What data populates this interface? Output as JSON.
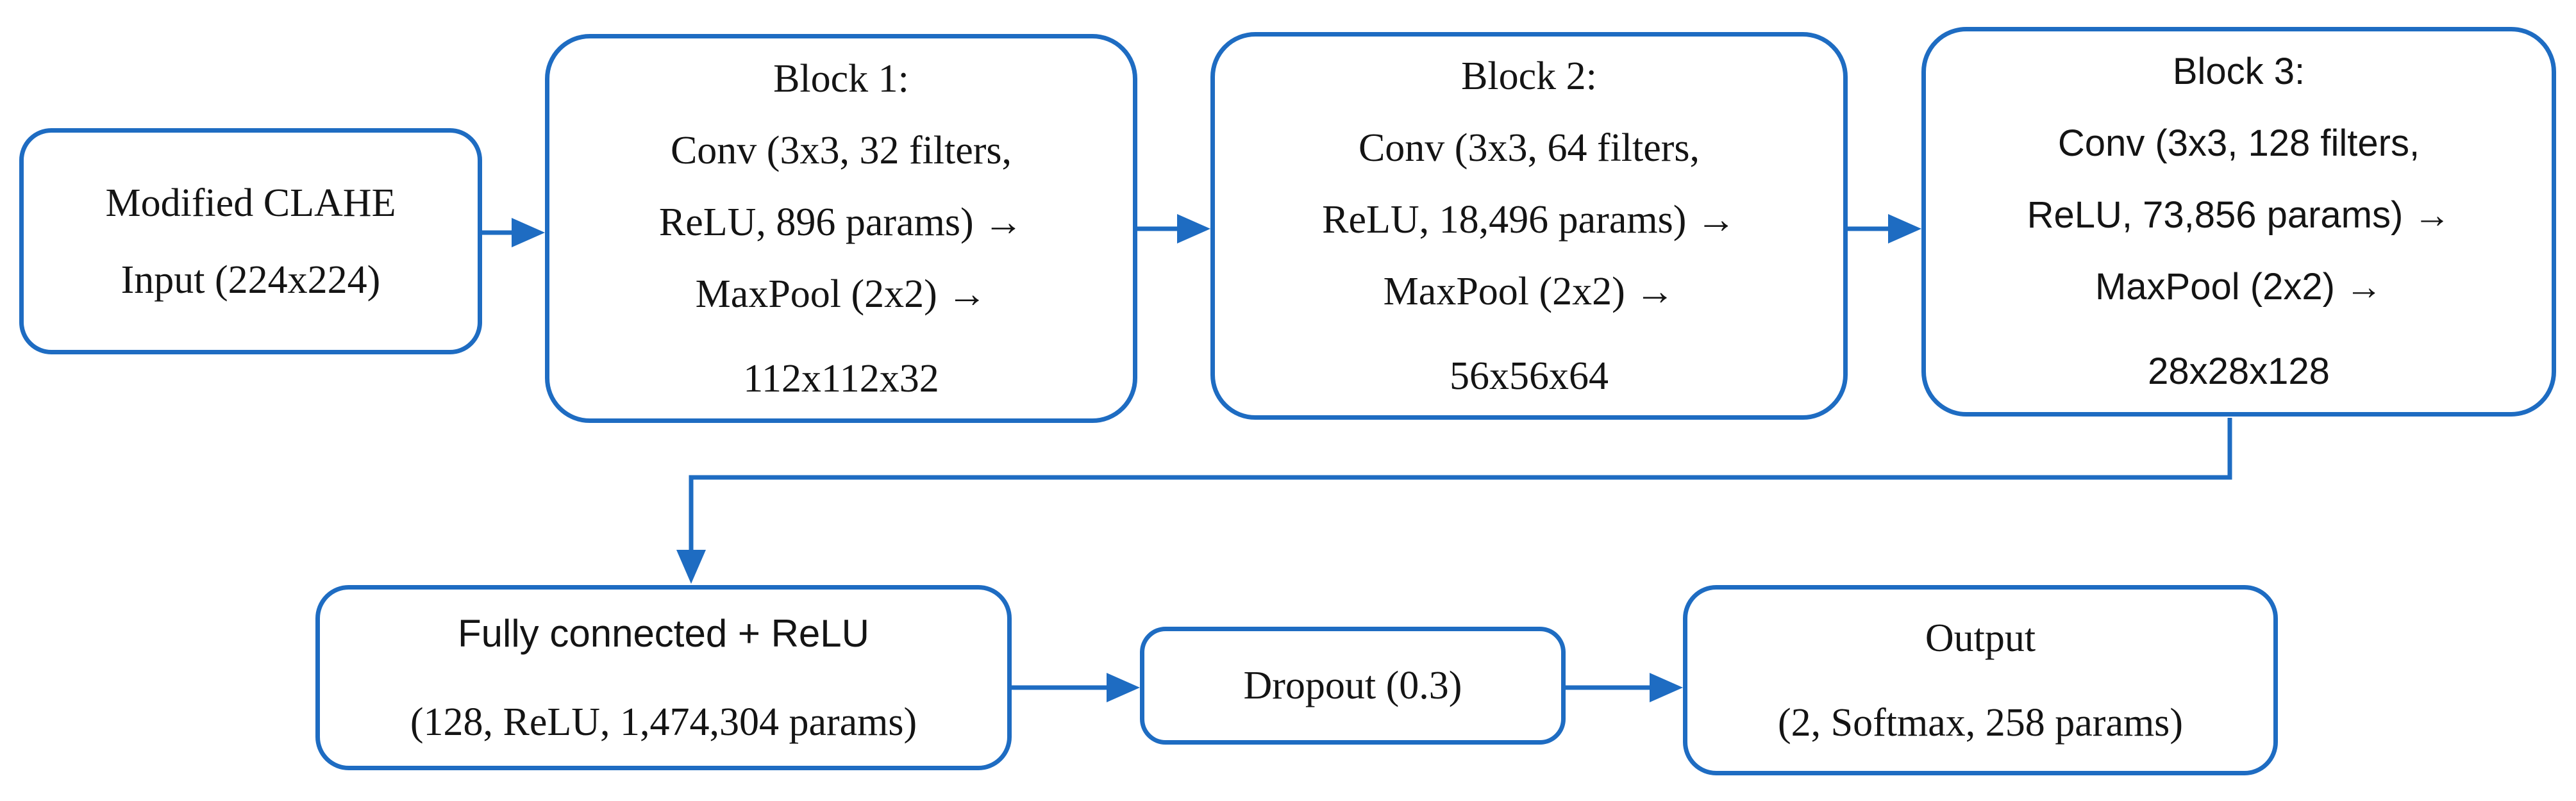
{
  "diagram": {
    "accent_color": "#1E6CC2",
    "text_color": "#141414",
    "background_color": "#ffffff",
    "nodes": {
      "input": {
        "lines": [
          "Modified CLAHE",
          "Input (224x224)"
        ]
      },
      "block1": {
        "lines": [
          "Block 1:",
          "Conv (3x3, 32 filters,",
          "ReLU, 896 params) →",
          "MaxPool (2x2) →",
          "112x112x32"
        ]
      },
      "block2": {
        "lines": [
          "Block 2:",
          "Conv (3x3, 64 filters,",
          "ReLU, 18,496 params) →",
          "MaxPool (2x2) →",
          "56x56x64"
        ]
      },
      "block3": {
        "lines": [
          "Block 3:",
          "Conv (3x3, 128 filters,",
          "ReLU, 73,856 params) →",
          "MaxPool (2x2) →",
          "28x28x128"
        ]
      },
      "fully_connected": {
        "lines": [
          "Fully connected + ReLU",
          "(128, ReLU, 1,474,304 params)"
        ]
      },
      "dropout": {
        "lines": [
          "Dropout (0.3)"
        ]
      },
      "output": {
        "lines": [
          "Output",
          "(2, Softmax, 258 params)"
        ]
      }
    },
    "edges": [
      {
        "from": "input",
        "to": "block1"
      },
      {
        "from": "block1",
        "to": "block2"
      },
      {
        "from": "block2",
        "to": "block3"
      },
      {
        "from": "block3",
        "to": "fully_connected"
      },
      {
        "from": "fully_connected",
        "to": "dropout"
      },
      {
        "from": "dropout",
        "to": "output"
      }
    ]
  }
}
